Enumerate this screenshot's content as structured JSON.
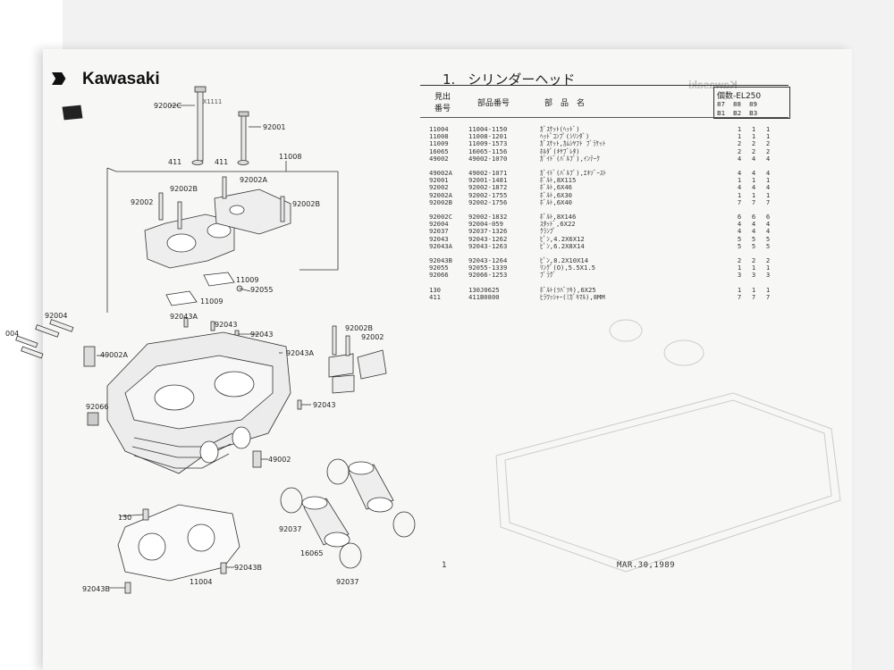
{
  "brand": "Kawasaki",
  "stamp": "X1111",
  "title": {
    "number": "1.",
    "text": "シリンダーヘッド"
  },
  "header": {
    "ref_label_1": "見出",
    "ref_label_2": "番号",
    "part_no_label": "部品番号",
    "part_name_label": "部　品　名",
    "model_title": "個数-EL250",
    "years": [
      "87",
      "88",
      "89"
    ],
    "types": [
      "B1",
      "B2",
      "B3"
    ]
  },
  "rows": [
    {
      "ref": "11004",
      "pno": "11004-1150",
      "name": "ｶﾞｽｹｯﾄ(ﾍｯﾄﾞ)",
      "qty": [
        "1",
        "1",
        "1"
      ]
    },
    {
      "ref": "11008",
      "pno": "11008-1201",
      "name": "ﾍｯﾄﾞｺﾝﾌﾟ(ｼﾘﾝﾀﾞ)",
      "qty": [
        "1",
        "1",
        "1"
      ]
    },
    {
      "ref": "11009",
      "pno": "11009-1573",
      "name": "ｶﾞｽｹｯﾄ,ｶﾑｼﾔﾌﾄ ﾌﾞﾗｹｯﾄ",
      "qty": [
        "2",
        "2",
        "2"
      ]
    },
    {
      "ref": "16065",
      "pno": "16065-1156",
      "name": "ﾎﾙﾀﾞ(ｷﾔﾌﾞﾚﾀ)",
      "qty": [
        "2",
        "2",
        "2"
      ]
    },
    {
      "ref": "49002",
      "pno": "49002-1070",
      "name": "ｶﾞｲﾄﾞ(ﾊﾞﾙﾌﾞ),ｲﾝﾃｰｸ",
      "qty": [
        "4",
        "4",
        "4"
      ]
    },
    {
      "ref": "49002A",
      "pno": "49002-1071",
      "name": "ｶﾞｲﾄﾞ(ﾊﾞﾙﾌﾞ),ｴｷｿﾞｰｽﾄ",
      "qty": [
        "4",
        "4",
        "4"
      ]
    },
    {
      "ref": "92001",
      "pno": "92001-1481",
      "name": "ﾎﾞﾙﾄ,8X115",
      "qty": [
        "1",
        "1",
        "1"
      ]
    },
    {
      "ref": "92002",
      "pno": "92002-1872",
      "name": "ﾎﾞﾙﾄ,6X46",
      "qty": [
        "4",
        "4",
        "4"
      ]
    },
    {
      "ref": "92002A",
      "pno": "92002-1755",
      "name": "ﾎﾞﾙﾄ,6X30",
      "qty": [
        "1",
        "1",
        "1"
      ]
    },
    {
      "ref": "92002B",
      "pno": "92002-1756",
      "name": "ﾎﾞﾙﾄ,6X40",
      "qty": [
        "7",
        "7",
        "7"
      ]
    },
    {
      "ref": "92002C",
      "pno": "92002-1832",
      "name": "ﾎﾞﾙﾄ,8X146",
      "qty": [
        "6",
        "6",
        "6"
      ]
    },
    {
      "ref": "92004",
      "pno": "92004-059",
      "name": "ｽﾀｯﾄﾞ,6X22",
      "qty": [
        "4",
        "4",
        "4"
      ]
    },
    {
      "ref": "92037",
      "pno": "92037-1326",
      "name": "ｸﾗﾝﾌﾟ",
      "qty": [
        "4",
        "4",
        "4"
      ]
    },
    {
      "ref": "92043",
      "pno": "92043-1262",
      "name": "ﾋﾟﾝ,4.2X6X12",
      "qty": [
        "5",
        "5",
        "5"
      ]
    },
    {
      "ref": "92043A",
      "pno": "92043-1263",
      "name": "ﾋﾟﾝ,6.2X8X14",
      "qty": [
        "5",
        "5",
        "5"
      ]
    },
    {
      "ref": "92043B",
      "pno": "92043-1264",
      "name": "ﾋﾟﾝ,8.2X10X14",
      "qty": [
        "2",
        "2",
        "2"
      ]
    },
    {
      "ref": "92055",
      "pno": "92055-1339",
      "name": "ﾘﾝｸﾞ(O),5.5X1.5",
      "qty": [
        "1",
        "1",
        "1"
      ]
    },
    {
      "ref": "92066",
      "pno": "92066-1253",
      "name": "ﾌﾟﾗｸﾞ",
      "qty": [
        "3",
        "3",
        "3"
      ]
    },
    {
      "ref": "130",
      "pno": "130J0625",
      "name": "ﾎﾞﾙﾄ(ﾂﾊﾞﾂｷ),6X25",
      "qty": [
        "1",
        "1",
        "1"
      ]
    },
    {
      "ref": "411",
      "pno": "411B0800",
      "name": "ﾋﾗﾜｯｼｬｰ(ﾐｶﾞｷﾏﾙ),8MM",
      "qty": [
        "7",
        "7",
        "7"
      ]
    }
  ],
  "diagram_labels": {
    "l92002C": "92002C",
    "l92001": "92001",
    "l411a": "411",
    "l411b": "411",
    "l11008": "11008",
    "l92002B_1": "92002B",
    "l92002A": "92002A",
    "l92002": "92002",
    "l92002B_2": "92002B",
    "l11009a": "11009",
    "l11009b": "11009",
    "l92055": "92055",
    "l92043A_1": "92043A",
    "l92043_1": "92043",
    "l92043_2": "92043",
    "l92043A_2": "92043A",
    "l92002B_3": "92002B",
    "l92002_2": "92002",
    "l92004": "92004",
    "l004": "004",
    "l49002A": "49002A",
    "l92043_3": "92043",
    "l92066": "92066",
    "l49002": "49002",
    "l130": "130",
    "l92037a": "92037",
    "l16065": "16065",
    "l92043B_1": "92043B",
    "l11004": "11004",
    "l92043B_2": "92043B",
    "l92037b": "92037"
  },
  "ghost_text": "Kawasaki",
  "footer": {
    "page": "1",
    "date": "MAR.30,1989"
  }
}
